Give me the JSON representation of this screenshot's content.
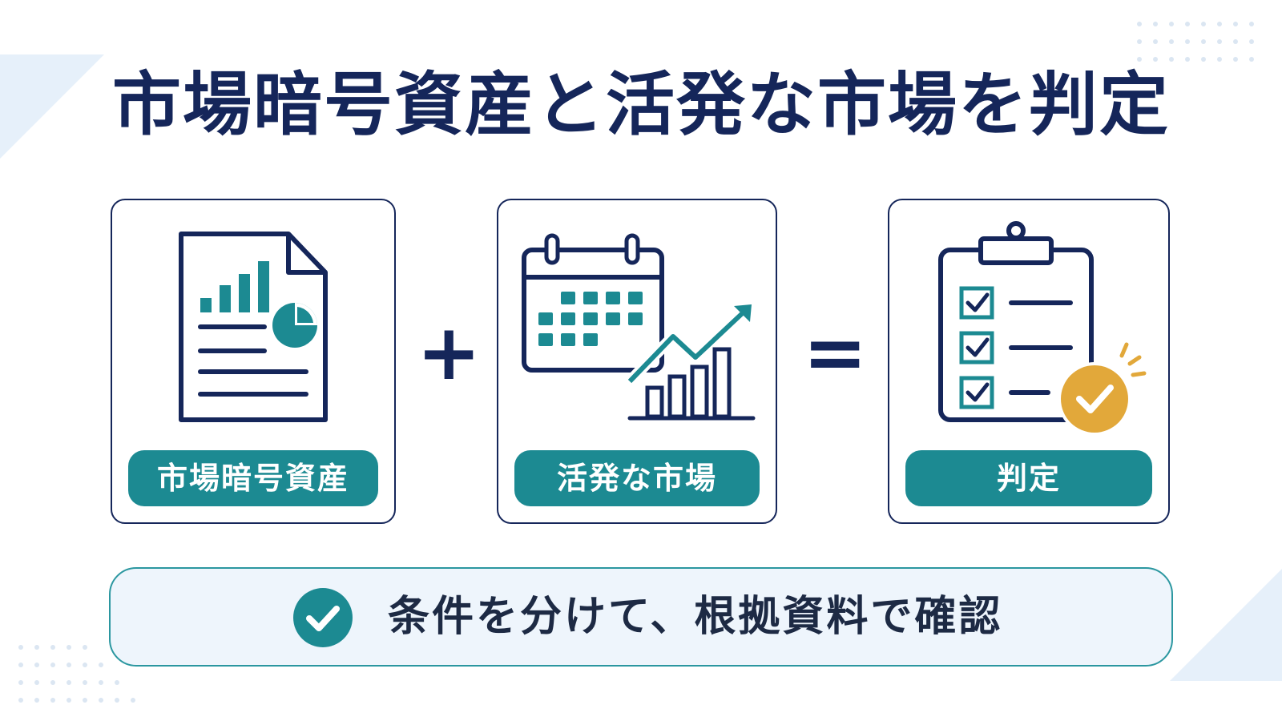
{
  "title": "市場暗号資産と活発な市場を判定",
  "cards": [
    {
      "label": "市場暗号資産",
      "icon": "financial-report-document-icon"
    },
    {
      "label": "活発な市場",
      "icon": "calendar-growth-chart-icon"
    },
    {
      "label": "判定",
      "icon": "clipboard-checklist-approved-icon"
    }
  ],
  "operators": {
    "plus": "+",
    "equals": "="
  },
  "summary": {
    "text": "条件を分けて、根拠資料で確認",
    "icon": "check-circle-icon"
  },
  "colors": {
    "navy": "#15265a",
    "teal": "#1c8a92",
    "gold": "#e2a83a",
    "light_blue": "#eef5fc"
  }
}
